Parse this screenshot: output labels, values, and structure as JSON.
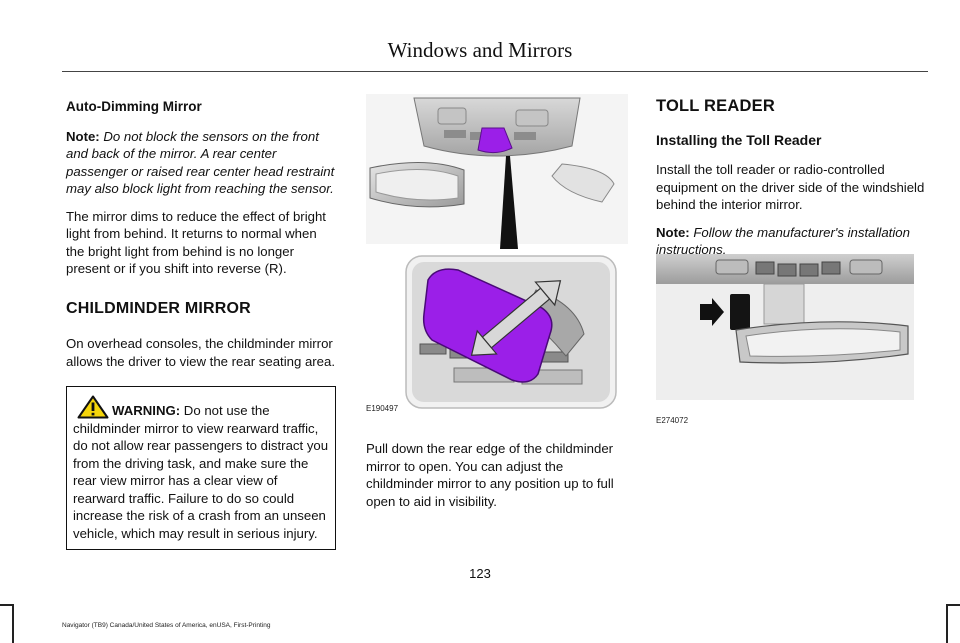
{
  "header": {
    "title": "Windows and Mirrors"
  },
  "column1": {
    "auto_dimming_heading": "Auto-Dimming Mirror",
    "note_label": "Note:",
    "note_text": " Do not block the sensors on the front and back of the mirror.  A rear center passenger or raised rear center head restraint may also block light from reaching the sensor.",
    "dimming_paragraph": "The mirror dims to reduce the effect of bright light from behind. It returns to normal when the bright light from behind is no longer present or if you shift into reverse (R).",
    "childminder_heading": "CHILDMINDER MIRROR",
    "childminder_paragraph": "On overhead consoles, the childminder mirror allows the driver to view the rear seating area.",
    "warning_label": "WARNING:",
    "warning_text": " Do not use the childminder mirror to view rearward traffic, do not allow rear passengers to distract you from the driving task, and make sure the rear view mirror has a clear view of rearward traffic. Failure to do so could increase the risk of a crash from an unseen vehicle, which may result in serious injury."
  },
  "column2": {
    "figure_code": "E190497",
    "paragraph": "Pull down the rear edge of the childminder mirror to open. You can adjust the childminder mirror to any position up to full open to aid in visibility."
  },
  "column3": {
    "toll_heading": "TOLL READER",
    "install_heading": "Installing the Toll Reader",
    "install_paragraph": "Install the toll reader or radio-controlled equipment on the driver side of the windshield behind the interior mirror.",
    "note_label": "Note:",
    "note_text": " Follow the manufacturer's installation instructions.",
    "figure_code": "E274072"
  },
  "footer": {
    "page_number": "123",
    "publication": "Navigator (TB9) Canada/United States of America, enUSA, First-Printing"
  },
  "colors": {
    "highlight": "#9b1fe8",
    "text": "#111111"
  }
}
